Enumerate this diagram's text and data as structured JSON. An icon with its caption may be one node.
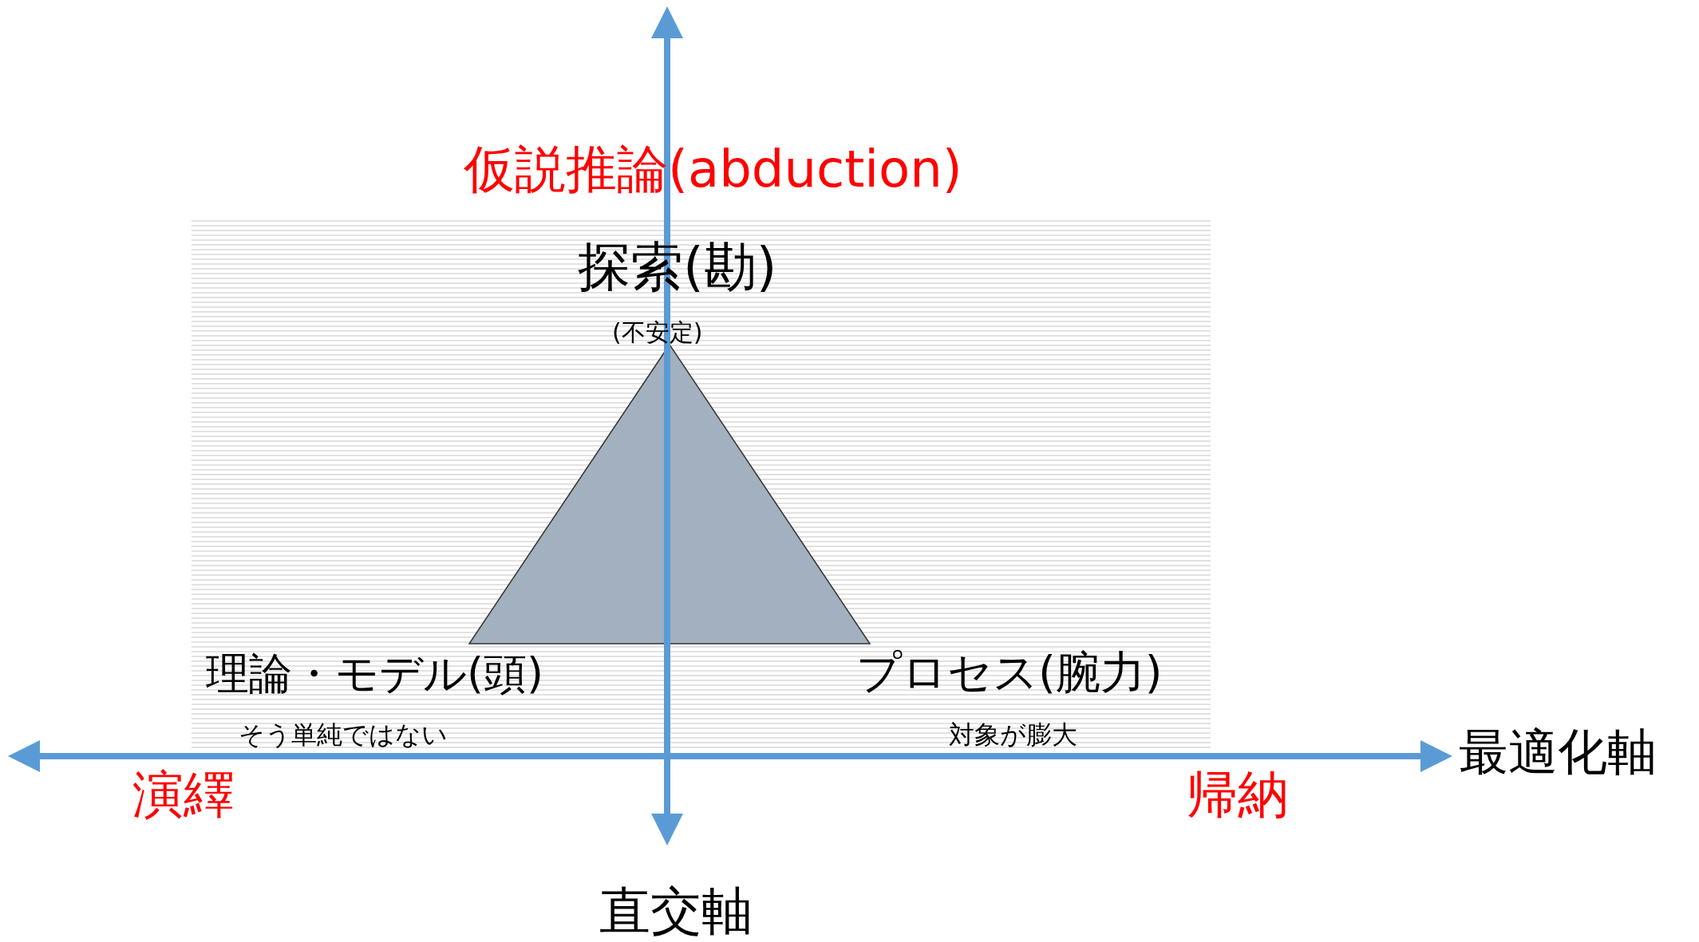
{
  "diagram": {
    "nodes": [
      {
        "text": [],
        "shape": "triangle"
      }
    ],
    "labels": [
      "仮説推論(abduction)",
      "探索(勘)",
      "(不安定)",
      "理論・モデル(頭)",
      "そう単純ではない",
      "プロセス(腕力)",
      "対象が膨大",
      "最適化軸",
      "演繹",
      "帰納",
      "直交軸"
    ]
  }
}
